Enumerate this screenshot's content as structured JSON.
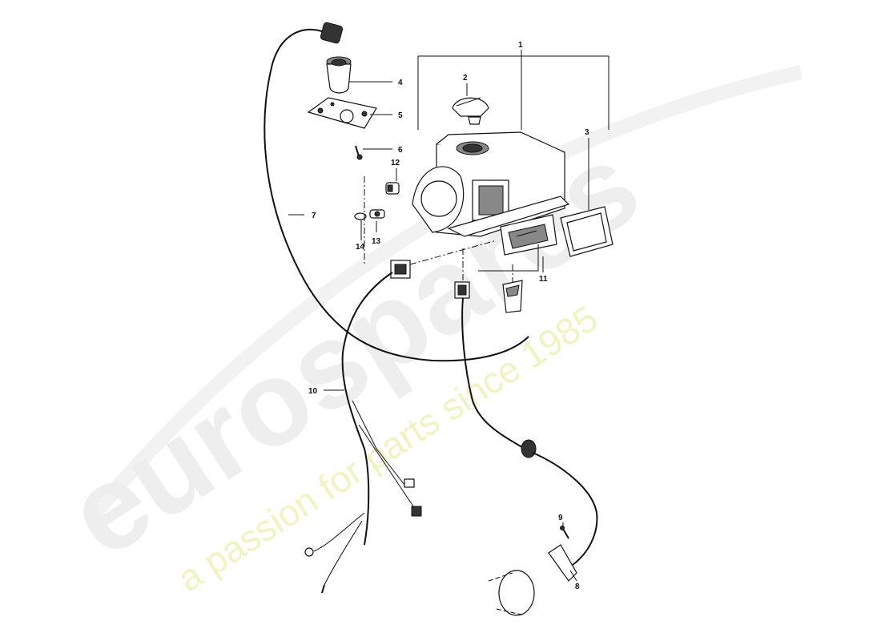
{
  "watermark": {
    "brand": "eurospares",
    "tagline": "a passion for parts since 1985"
  },
  "parts": [
    {
      "id": "1",
      "label": "1"
    },
    {
      "id": "2",
      "label": "2"
    },
    {
      "id": "3",
      "label": "3"
    },
    {
      "id": "4",
      "label": "4"
    },
    {
      "id": "5",
      "label": "5"
    },
    {
      "id": "6",
      "label": "6"
    },
    {
      "id": "7",
      "label": "7"
    },
    {
      "id": "8",
      "label": "8"
    },
    {
      "id": "9",
      "label": "9"
    },
    {
      "id": "10",
      "label": "10"
    },
    {
      "id": "11",
      "label": "11"
    },
    {
      "id": "12",
      "label": "12"
    },
    {
      "id": "13",
      "label": "13"
    },
    {
      "id": "14",
      "label": "14"
    }
  ]
}
